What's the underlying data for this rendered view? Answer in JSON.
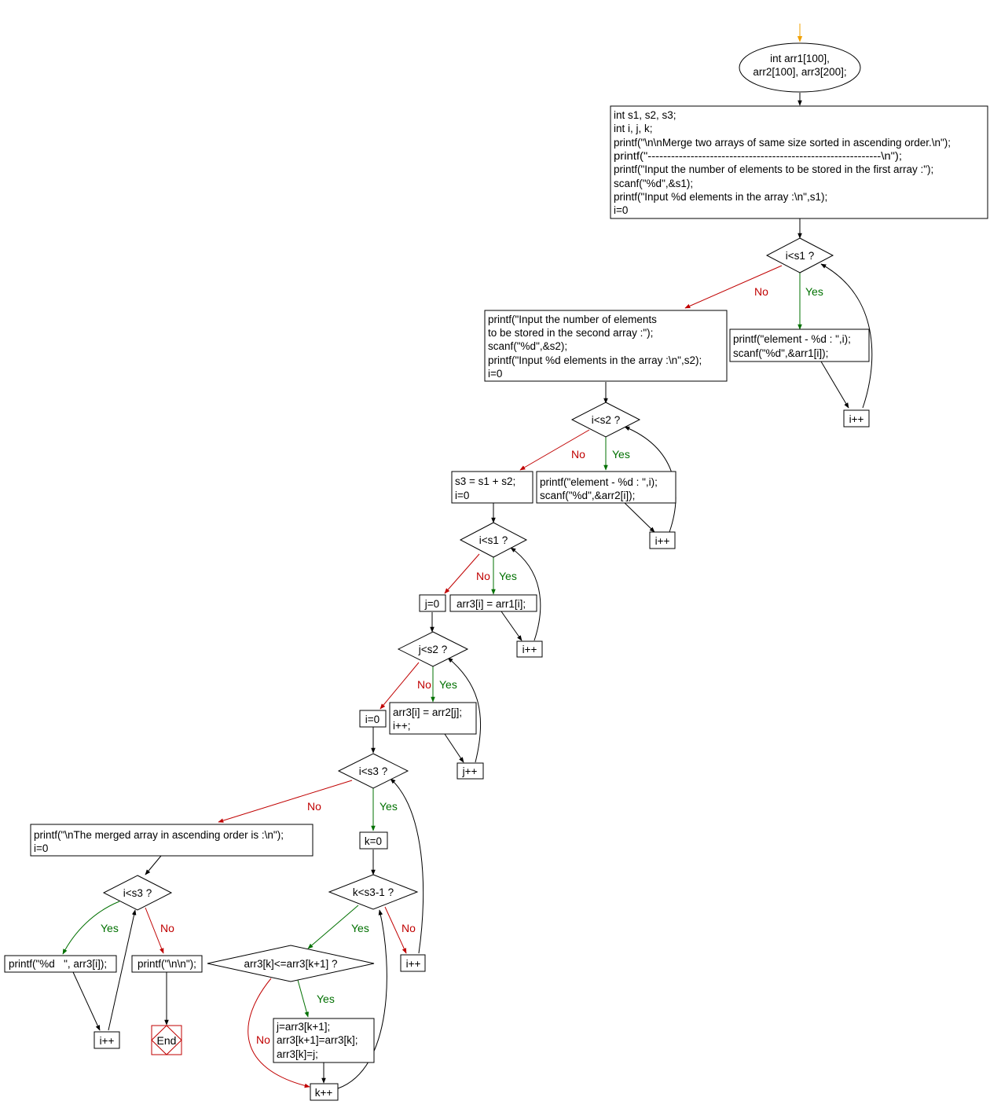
{
  "flowchart": {
    "start": [
      "int arr1[100],",
      "arr2[100], arr3[200];"
    ],
    "init_block": [
      "int s1, s2, s3;",
      "int i, j, k;",
      "printf(\"\\n\\nMerge two arrays of same size sorted in ascending order.\\n\");",
      "printf(\"------------------------------------------------------------\\n\");",
      "printf(\"Input the number of elements to be stored in the first array :\");",
      "scanf(\"%d\",&s1);",
      "printf(\"Input %d elements in the array :\\n\",s1);",
      "i=0"
    ],
    "cond_i_s1_first": "i<s1 ?",
    "read_arr1": [
      "printf(\"element - %d : \",i);",
      "scanf(\"%d\",&arr1[i]);"
    ],
    "inc_i_1": "i++",
    "second_input_block": [
      "printf(\"Input the number of elements",
      "to be stored in the second array :\");",
      "scanf(\"%d\",&s2);",
      "printf(\"Input %d elements in the array :\\n\",s2);",
      "i=0"
    ],
    "cond_i_s2": "i<s2 ?",
    "read_arr2": [
      "printf(\"element - %d : \",i);",
      "scanf(\"%d\",&arr2[i]);"
    ],
    "inc_i_2": "i++",
    "s3_block": [
      "s3 = s1 + s2;",
      "i=0"
    ],
    "cond_i_s1_second": "i<s1 ?",
    "copy_arr1": "arr3[i] = arr1[i];",
    "inc_i_3": "i++",
    "j_init": "j=0",
    "cond_j_s2": "j<s2 ?",
    "copy_arr2": [
      "arr3[i] = arr2[j];",
      "i++;"
    ],
    "inc_j": "j++",
    "i_init": "i=0",
    "cond_i_s3_sort": "i<s3 ?",
    "k_init": "k=0",
    "cond_k": "k<s3-1 ?",
    "cond_compare": "arr3[k]<=arr3[k+1] ?",
    "swap_block": [
      "j=arr3[k+1];",
      "arr3[k+1]=arr3[k];",
      "arr3[k]=j;"
    ],
    "inc_k": "k++",
    "inc_i_4": "i++",
    "print_header": [
      "printf(\"\\nThe merged array in ascending order is :\\n\");",
      "i=0"
    ],
    "cond_i_s3_print": "i<s3 ?",
    "print_elem": "printf(\"%d   \", arr3[i]);",
    "print_newline": "printf(\"\\n\\n\");",
    "inc_i_5": "i++",
    "end": "End",
    "labels": {
      "yes": "Yes",
      "no": "No"
    },
    "colors": {
      "yes": "#007000",
      "no": "#c00000",
      "start": "#f0a000",
      "line": "#000000"
    }
  }
}
